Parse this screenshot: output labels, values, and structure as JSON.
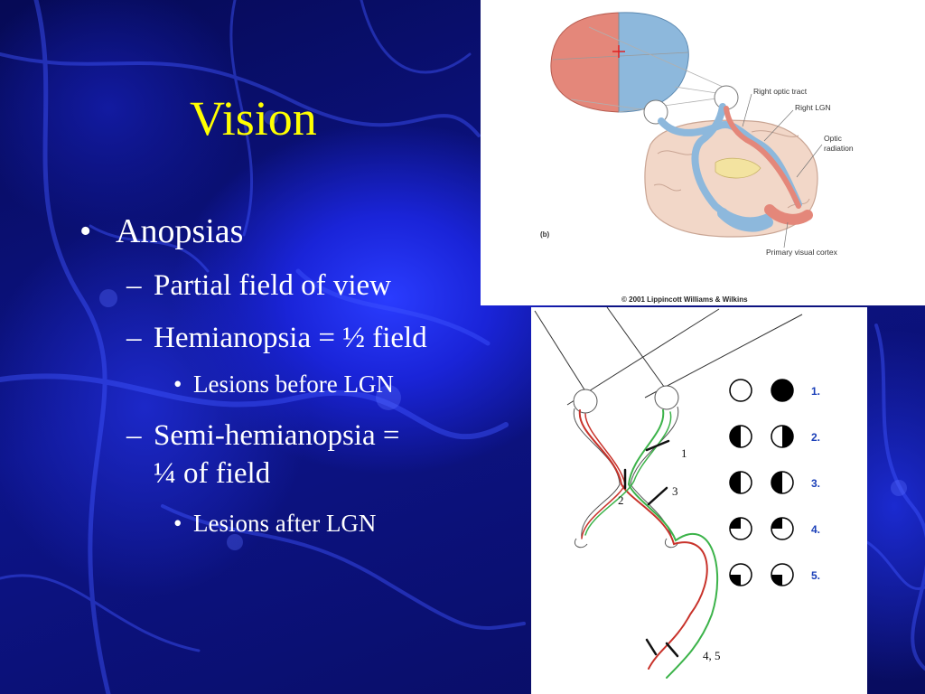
{
  "slide": {
    "title": "Vision",
    "bullet_marker": "•",
    "dash_marker": "–",
    "items": [
      {
        "level": 1,
        "text": "Anopsias"
      },
      {
        "level": 2,
        "text": "Partial field of view"
      },
      {
        "level": 2,
        "text": "Hemianopsia = ½ field"
      },
      {
        "level": 3,
        "text": "Lesions before LGN"
      },
      {
        "level": 2,
        "text": "Semi-hemianopsia =",
        "continuation": "¼ of field"
      },
      {
        "level": 3,
        "text": "Lesions after LGN"
      }
    ]
  },
  "figure_top": {
    "labels": {
      "right_optic_tract": "Right optic tract",
      "right_lgn": "Right LGN",
      "optic_radiation_1": "Optic",
      "optic_radiation_2": "radiation",
      "primary_visual_cortex": "Primary visual cortex",
      "panel": "(b)",
      "copyright": "© 2001 Lippincott Williams & Wilkins"
    },
    "colors": {
      "left_field": "#e4877a",
      "right_field": "#8db8dc"
    }
  },
  "figure_bottom": {
    "lesion_labels": [
      "1",
      "2",
      "3",
      "4, 5"
    ],
    "field_rows": [
      {
        "number": "1."
      },
      {
        "number": "2."
      },
      {
        "number": "3."
      },
      {
        "number": "4."
      },
      {
        "number": "5."
      }
    ],
    "colors": {
      "number_blue": "#1a3fb8",
      "tract_red": "#c8322a",
      "tract_green": "#3cb34a"
    }
  }
}
